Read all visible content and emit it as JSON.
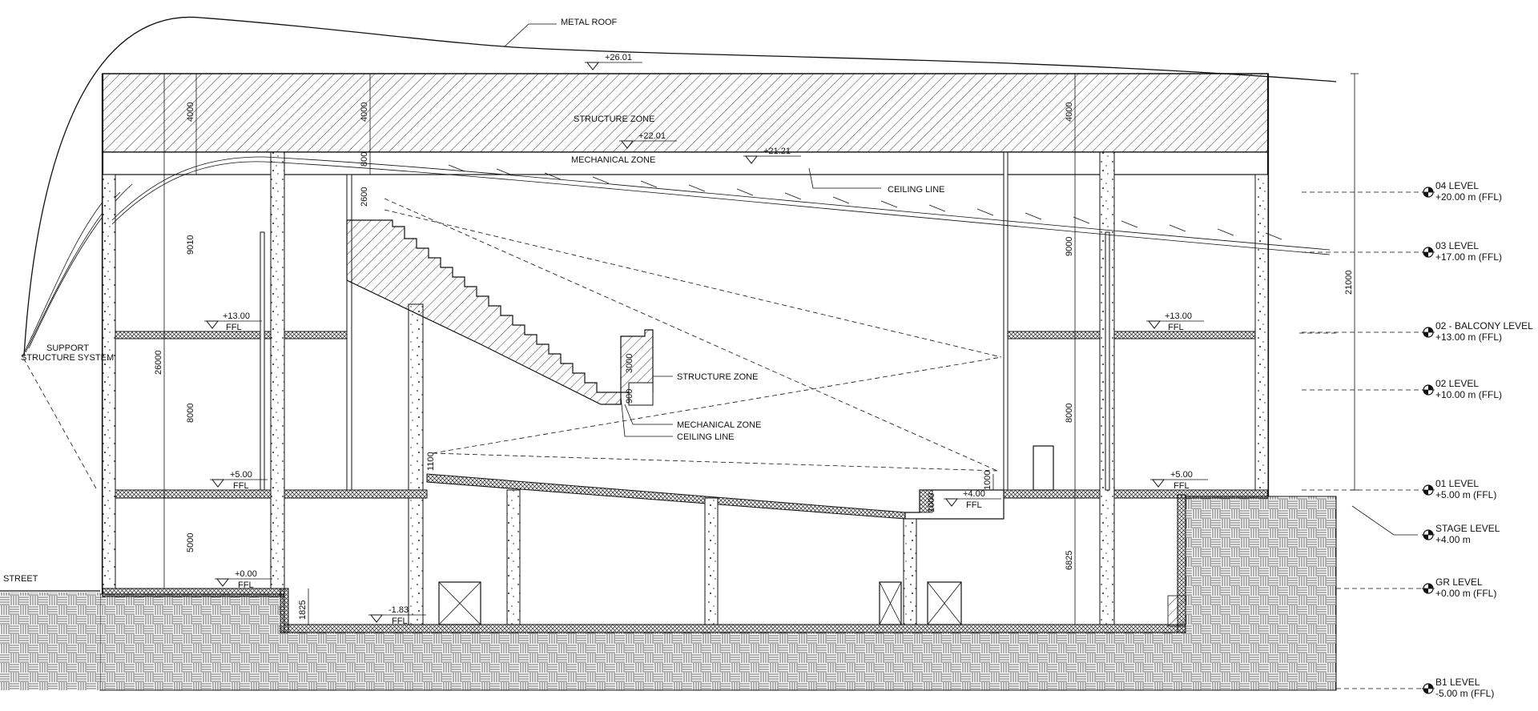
{
  "annotations": {
    "metal_roof": "METAL ROOF",
    "structure_zone_top": "STRUCTURE ZONE",
    "mechanical_zone_top": "MECHANICAL ZONE",
    "ceiling_line_top": "CEILING LINE",
    "structure_zone_mid": "STRUCTURE ZONE",
    "mechanical_zone_mid": "MECHANICAL ZONE",
    "ceiling_line_mid": "CEILING LINE",
    "support_line1": "SUPPORT",
    "support_line2": "STRUCTURE SYSTEM",
    "street": "STREET"
  },
  "level_markers": [
    {
      "name": "04 LEVEL",
      "value": "+20.00 m (FFL)"
    },
    {
      "name": "03 LEVEL",
      "value": "+17.00 m (FFL)"
    },
    {
      "name": "02 - BALCONY LEVEL",
      "value": "+13.00 m (FFL)"
    },
    {
      "name": "02 LEVEL",
      "value": "+10.00 m (FFL)"
    },
    {
      "name": "01 LEVEL",
      "value": "+5.00 m (FFL)"
    },
    {
      "name": "STAGE LEVEL",
      "value": "+4.00 m"
    },
    {
      "name": "GR LEVEL",
      "value": "+0.00 m (FFL)"
    },
    {
      "name": "B1 LEVEL",
      "value": "-5.00 m (FFL)"
    }
  ],
  "elevation_tags": {
    "roof_top": "+26.01",
    "roof_inner": "+22.01",
    "ceiling_high": "+21.21",
    "left_balcony": "+13.00",
    "left_balcony_ffl": "FFL",
    "right_balcony": "+13.00",
    "right_balcony_ffl": "FFL",
    "left_l01": "+5.00",
    "left_l01_ffl": "FFL",
    "right_l01": "+5.00",
    "right_l01_ffl": "FFL",
    "stage": "+4.00",
    "stage_ffl": "FFL",
    "ground": "+0.00",
    "ground_ffl": "FFL",
    "basement": "-1.83",
    "basement_ffl": "FFL"
  },
  "dimensions": {
    "roof_left": "4000",
    "roof_mid": "4000",
    "roof_right": "4000",
    "mech_800": "800",
    "d2600": "2600",
    "left_9010": "9010",
    "left_26000": "26000",
    "left_8000": "8000",
    "left_5000": "5000",
    "d1825": "1825",
    "balcony_3000": "3000",
    "balcony_900": "900",
    "d1100": "1100",
    "right_9000": "9000",
    "right_8000": "8000",
    "right_6825": "6825",
    "stage_1000a": "1000",
    "stage_1000b": "1000",
    "overall_21000": "21000"
  }
}
